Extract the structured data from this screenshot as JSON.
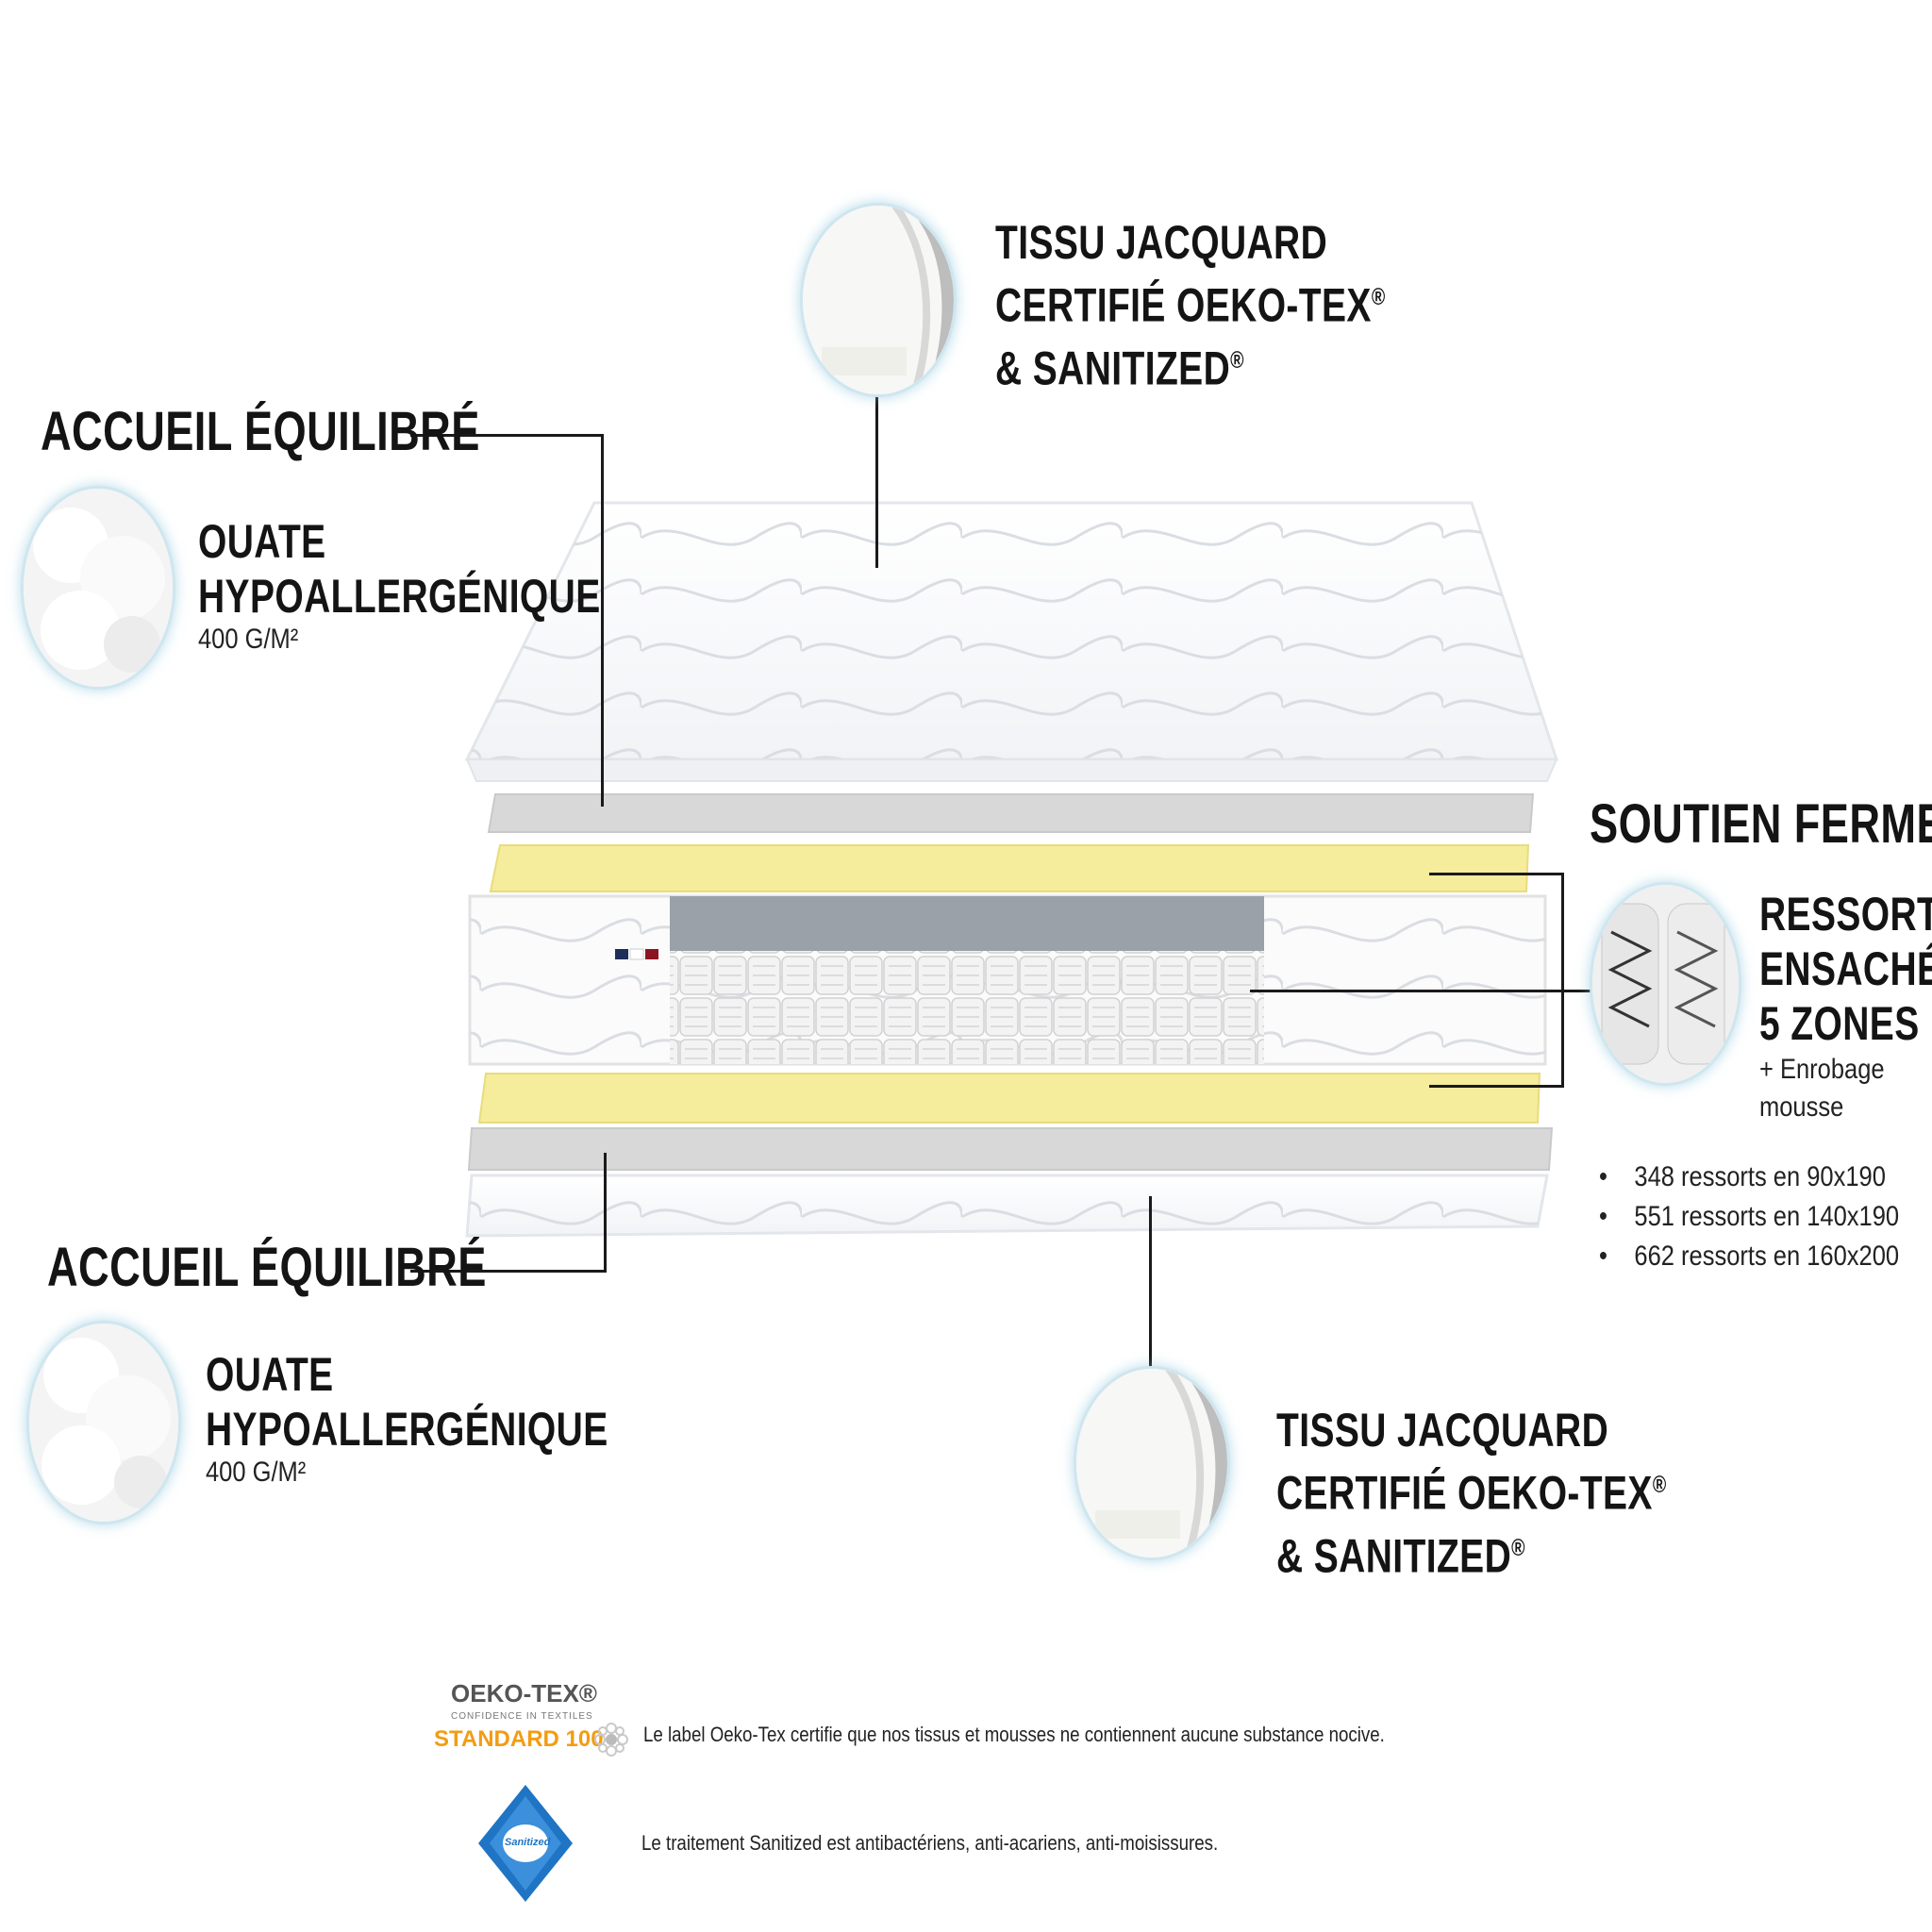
{
  "top_fabric": {
    "line1": "TISSU JACQUARD",
    "line2": "CERTIFIÉ OEKO-TEX",
    "line2_mark": "®",
    "line3": "& SANITIZED",
    "line3_mark": "®"
  },
  "accueil_top": {
    "title": "ACCUEIL ÉQUILIBRÉ",
    "line1": "OUATE",
    "line2": "HYPOALLERGÉNIQUE",
    "detail": "400 G/M²"
  },
  "soutien": {
    "title": "SOUTIEN FERME",
    "line1": "RESSORTS",
    "line2": "ENSACHÉS",
    "line3": "5 ZONES",
    "detail1": "+ Enrobage",
    "detail2": "mousse",
    "bullets": [
      "348 ressorts en 90x190",
      "551 ressorts en 140x190",
      "662 ressorts en 160x200"
    ]
  },
  "accueil_bottom": {
    "title": "ACCUEIL ÉQUILIBRÉ",
    "line1": "OUATE",
    "line2": "HYPOALLERGÉNIQUE",
    "detail": "400 G/M²"
  },
  "bottom_fabric": {
    "line1": "TISSU JACQUARD",
    "line2": "CERTIFIÉ OEKO-TEX",
    "line2_mark": "®",
    "line3": "& SANITIZED",
    "line3_mark": "®"
  },
  "oekotex": {
    "logo_main": "OEKO-TEX®",
    "logo_sub": "CONFIDENCE IN TEXTILES",
    "logo_std": "STANDARD 100",
    "text": "Le label Oeko-Tex certifie que nos tissus et mousses ne contiennent aucune substance nocive."
  },
  "sanitized": {
    "logo": "Sanitized",
    "text": "Le traitement Sanitized est antibactériens, anti-acariens, anti-moisissures."
  },
  "colors": {
    "foam_yellow": "#f5ec9c",
    "batting_grey": "#d6d6d6",
    "spring_grey": "#9aa1a8",
    "oekotex_orange": "#f39c12",
    "sanitized_blue": "#1f74c4"
  }
}
